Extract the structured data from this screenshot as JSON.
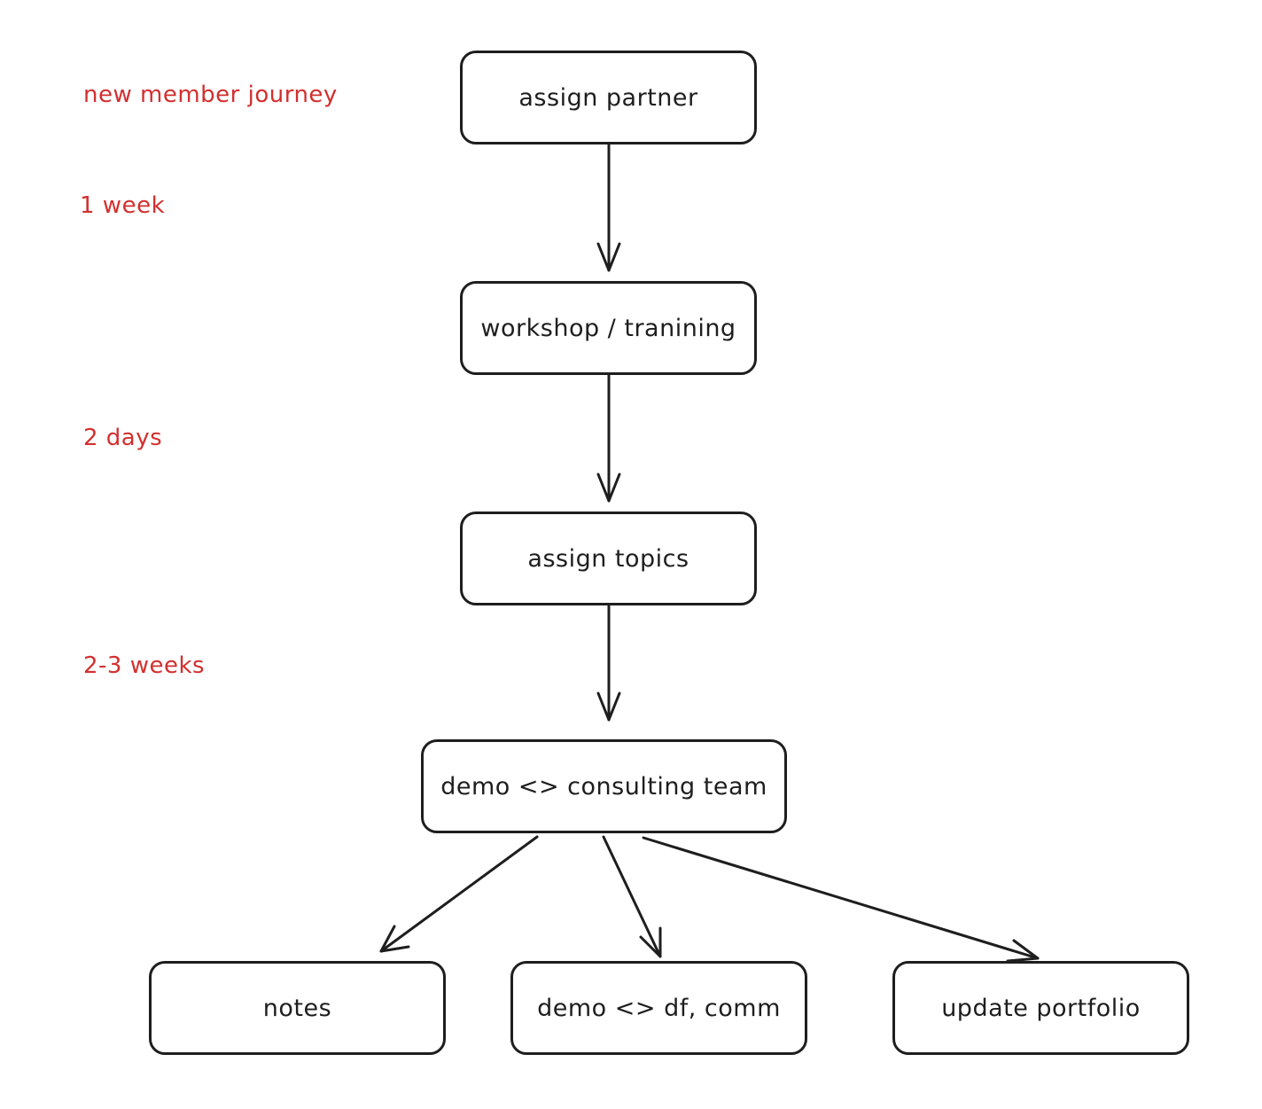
{
  "annotations": {
    "title": "new member journey",
    "duration_1": "1 week",
    "duration_2": "2 days",
    "duration_3": "2-3 weeks"
  },
  "nodes": {
    "assign_partner": "assign partner",
    "workshop": "workshop / tranining",
    "assign_topics": "assign topics",
    "demo_consulting": "demo <> consulting team",
    "notes": "notes",
    "demo_df": "demo <> df, comm",
    "update_portfolio": "update portfolio"
  },
  "colors": {
    "ink": "#1e1e1e",
    "annotation": "#d32f2f",
    "background": "#ffffff"
  }
}
